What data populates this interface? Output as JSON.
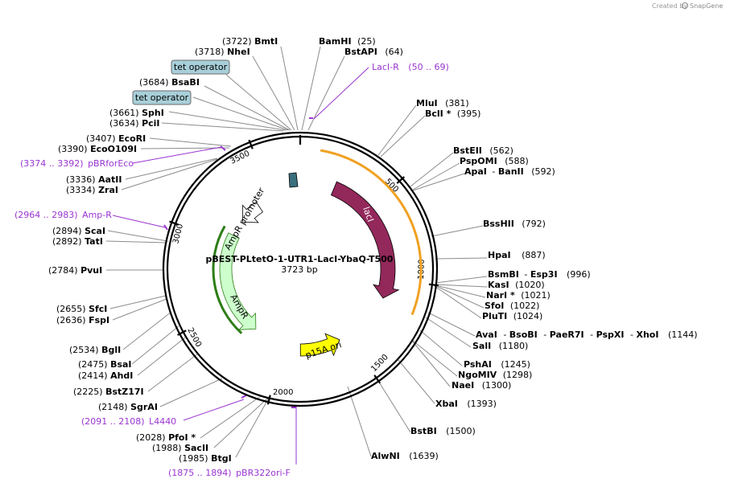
{
  "credit": {
    "prefix": "Created by",
    "brand": "SnapGene"
  },
  "plasmid": {
    "name": "pBEST-PLtetO-1-UTR1-LacI-YbaQ-T500",
    "size_label": "3723 bp",
    "length": 3723
  },
  "ticks": [
    "500",
    "1000",
    "1500",
    "2000",
    "2500",
    "3000",
    "3500"
  ],
  "tick_positions": [
    500,
    1000,
    1500,
    2000,
    2500,
    3000,
    3500
  ],
  "features": {
    "laci": {
      "label": "lacI",
      "start": 64,
      "end": 1150,
      "color": "#93285b"
    },
    "p15a": {
      "label": "p15A ori",
      "start": 1330,
      "end": 1880,
      "color": "#ffff00"
    },
    "ampr_promoter": {
      "label": "AmpR promoter",
      "start": 3020,
      "end": 3370,
      "color": "#ffffff"
    },
    "ampr": {
      "label": "AmpR",
      "start": 2240,
      "end": 2970,
      "color": "#ccffcc"
    },
    "laci_orf": {
      "start": 100,
      "end": 1100,
      "color": "#f0a020"
    },
    "ampr_orf": {
      "start": 2300,
      "end": 3100,
      "color": "#2d7d16"
    }
  },
  "site_labels": [
    {
      "pos": "(3722)",
      "name": "BmtI"
    },
    {
      "pos": "(3718)",
      "name": "NheI"
    },
    {
      "name": "BamHI",
      "pos": "(25)"
    },
    {
      "name": "BstAPI",
      "pos": "(64)"
    },
    {
      "pos": "(3684)",
      "name": "BsaBI"
    },
    {
      "pos": "(3661)",
      "name": "SphI"
    },
    {
      "pos": "(3634)",
      "name": "PciI"
    },
    {
      "pos": "(3407)",
      "name": "EcoRI"
    },
    {
      "pos": "(3390)",
      "name": "EcoO109I"
    },
    {
      "pos": "(3336)",
      "name": "AatII"
    },
    {
      "pos": "(3334)",
      "name": "ZraI"
    },
    {
      "pos": "(2894)",
      "name": "ScaI"
    },
    {
      "pos": "(2892)",
      "name": "TatI"
    },
    {
      "pos": "(2784)",
      "name": "PvuI"
    },
    {
      "pos": "(2655)",
      "name": "SfcI"
    },
    {
      "pos": "(2636)",
      "name": "FspI"
    },
    {
      "pos": "(2534)",
      "name": "BglI"
    },
    {
      "pos": "(2475)",
      "name": "BsaI"
    },
    {
      "pos": "(2414)",
      "name": "AhdI"
    },
    {
      "pos": "(2225)",
      "name": "BstZ17I"
    },
    {
      "pos": "(2148)",
      "name": "SgrAI"
    },
    {
      "pos": "(2028)",
      "name": "PfoI *"
    },
    {
      "pos": "(1988)",
      "name": "SacII"
    },
    {
      "pos": "(1985)",
      "name": "BtgI"
    },
    {
      "name": "MluI",
      "pos": "(381)"
    },
    {
      "name": "BclI *",
      "pos": "(395)"
    },
    {
      "name": "BstEII",
      "pos": "(562)"
    },
    {
      "name": "PspOMI",
      "pos": "(588)"
    },
    {
      "name": "ApaI",
      "sep": "-",
      "name2": "BanII",
      "pos": "(592)"
    },
    {
      "name": "BssHII",
      "pos": "(792)"
    },
    {
      "name": "HpaI",
      "pos": "(887)"
    },
    {
      "name": "BsmBI",
      "sep": "-",
      "name2": "Esp3I",
      "pos": "(996)"
    },
    {
      "name": "KasI",
      "pos": "(1020)"
    },
    {
      "name": "NarI *",
      "pos": "(1021)"
    },
    {
      "name": "SfoI",
      "pos": "(1022)"
    },
    {
      "name": "PluTI",
      "pos": "(1024)"
    },
    {
      "name": "AvaI",
      "sep": "-",
      "name2": "BsoBI",
      "sep2": "-",
      "name3": "PaeR7I",
      "sep3": "-",
      "name4": "PspXI",
      "sep4": "-",
      "name5": "XhoI",
      "pos": "(1144)"
    },
    {
      "name": "SalI",
      "pos": "(1180)"
    },
    {
      "name": "PshAI",
      "pos": "(1245)"
    },
    {
      "name": "NgoMIV",
      "pos": "(1298)"
    },
    {
      "name": "NaeI",
      "pos": "(1300)"
    },
    {
      "name": "XbaI",
      "pos": "(1393)"
    },
    {
      "name": "BstBI",
      "pos": "(1500)"
    },
    {
      "name": "AlwNI",
      "pos": "(1639)"
    }
  ],
  "primer_labels": [
    {
      "name": "LacI-R",
      "range": "(50 .. 69)"
    },
    {
      "range": "(3374 .. 3392)",
      "name": "pBRforEco"
    },
    {
      "range": "(2964 .. 2983)",
      "name": "Amp-R"
    },
    {
      "range": "(2091 .. 2108)",
      "name": "L4440"
    },
    {
      "range": "(1875 .. 1894)",
      "name": "pBR322ori-F"
    }
  ],
  "operators": [
    {
      "label": "tet operator"
    },
    {
      "label": "tet operator"
    }
  ]
}
